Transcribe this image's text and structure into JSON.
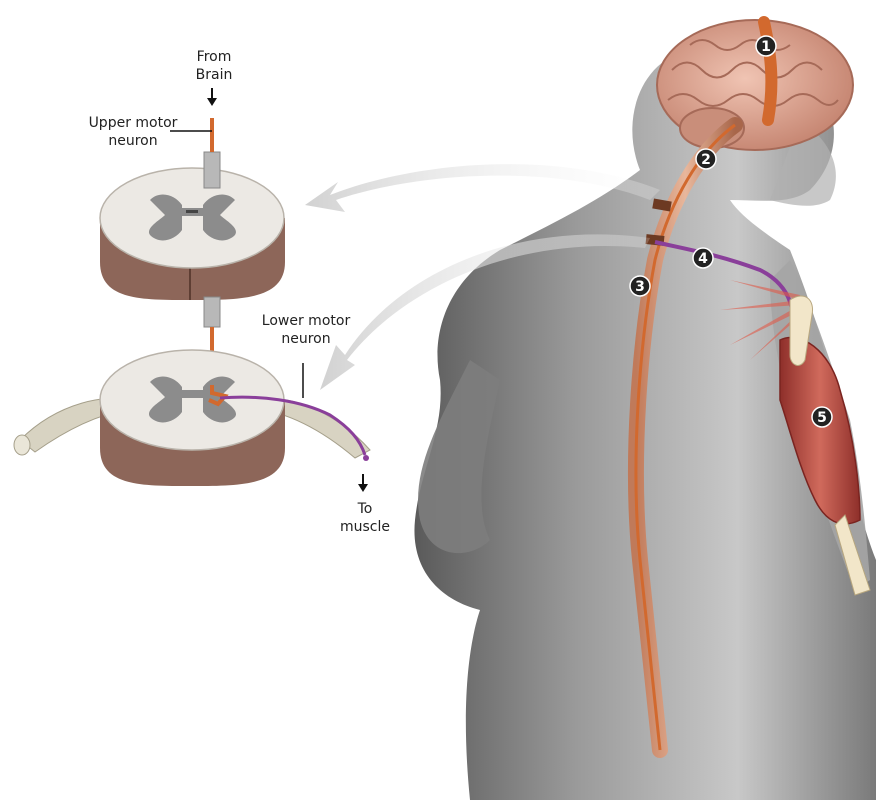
{
  "labels": {
    "from_brain": "From\nBrain",
    "upper_motor_neuron": "Upper motor\nneuron",
    "lower_motor_neuron": "Lower motor\nneuron",
    "to_muscle": "To\nmuscle"
  },
  "markers": [
    "1",
    "2",
    "3",
    "4",
    "5"
  ],
  "colors": {
    "upper_neuron": "#d2692e",
    "lower_neuron": "#8a3f9a",
    "spinal_white_matter": "#ece9e4",
    "spinal_grey_matter": "#8c8c8c",
    "spinal_body": "#8d6659",
    "body_silhouette": "#8c8c8c",
    "brain": "#d9a391",
    "muscle": "#b5473d",
    "marker_fill": "#222222"
  },
  "icons": [
    "arrow-down-icon"
  ]
}
